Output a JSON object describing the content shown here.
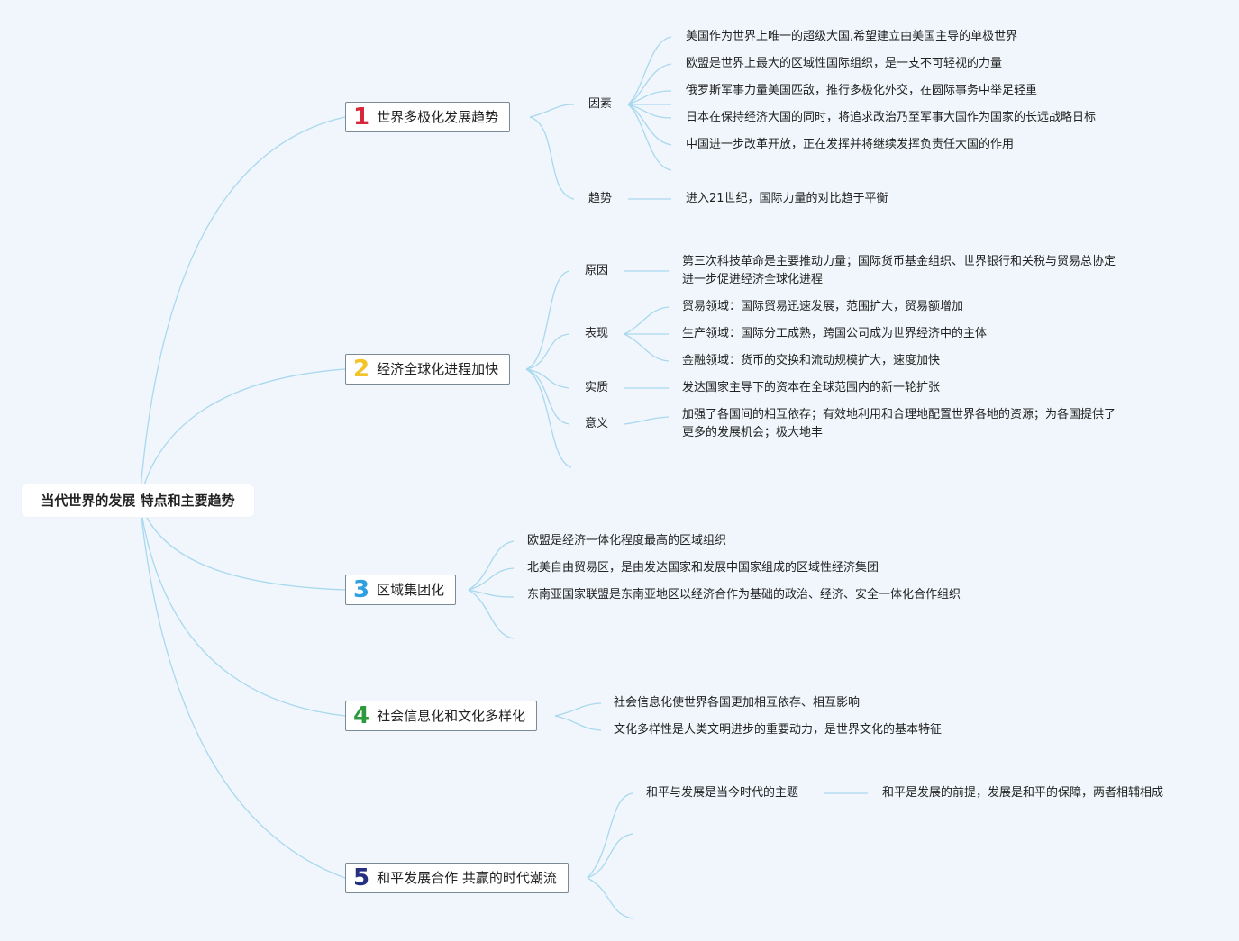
{
  "colors": {
    "background": "#f0f6fb",
    "connector": "#a9d8ef",
    "num1": "#d6283a",
    "num2": "#f3c32a",
    "num3": "#2f9fe0",
    "num4": "#2e9a3e",
    "num5": "#24307f"
  },
  "root": {
    "title": "当代世界的发展 特点和主要趋势"
  },
  "topics": [
    {
      "number": "1",
      "title": "世界多极化发展趋势",
      "children": [
        {
          "label": "因素",
          "items": [
            "美国作为世界上唯一的超级大国,希望建立由美国主导的单极世界",
            "欧盟是世界上最大的区域性国际组织，是一支不可轻视的力量",
            "俄罗斯军事力量美国匹敌，推行多极化外交，在圆际事务中举足轻重",
            "日本在保持经济大国的同时，将追求改治乃至军事大国作为国家的长远战略日标",
            "中国进一步改革开放，正在发挥并将继续发挥负责任大国的作用"
          ]
        },
        {
          "label": "趋势",
          "items": [
            "进入21世纪，国际力量的对比趋于平衡"
          ]
        }
      ]
    },
    {
      "number": "2",
      "title": "经济全球化进程加快",
      "children": [
        {
          "label": "原因",
          "items": [
            "第三次科技革命是主要推动力量；国际货币基金组织、世界银行和关税与贸易总协定 进一步促进经济全球化进程"
          ]
        },
        {
          "label": "表现",
          "items": [
            "贸易领域：国际贸易迅速发展，范围扩大，贸易额增加",
            "生产领域：国际分工成熟，跨国公司成为世界经济中的主体",
            "金融领域：货币的交换和流动规模扩大，速度加快"
          ]
        },
        {
          "label": "实质",
          "items": [
            "发达国家主导下的资本在全球范围内的新一轮扩张"
          ]
        },
        {
          "label": "意义",
          "items": [
            "加强了各国间的相互依存；有效地利用和合理地配置世界各地的资源；为各国提供了 更多的发展机会；极大地丰"
          ]
        }
      ]
    },
    {
      "number": "3",
      "title": "区域集团化",
      "items": [
        "欧盟是经济一体化程度最高的区域组织",
        "北美自由贸易区，是由发达国家和发展中国家组成的区域性经济集团",
        "东南亚国家联盟是东南亚地区以经济合作为基础的政治、经济、安全一体化合作组织"
      ]
    },
    {
      "number": "4",
      "title": "社会信息化和文化多样化",
      "items": [
        "社会信息化使世界各国更加相互依存、相互影响",
        "文化多样性是人类文明进步的重要动力，是世界文化的基本特征"
      ]
    },
    {
      "number": "5",
      "title": "和平发展合作 共赢的时代潮流",
      "children": [
        {
          "label": "和平与发展是当今时代的主题",
          "items": [
            "和平是发展的前提，发展是和平的保障，两者相辅相成"
          ]
        }
      ]
    }
  ]
}
